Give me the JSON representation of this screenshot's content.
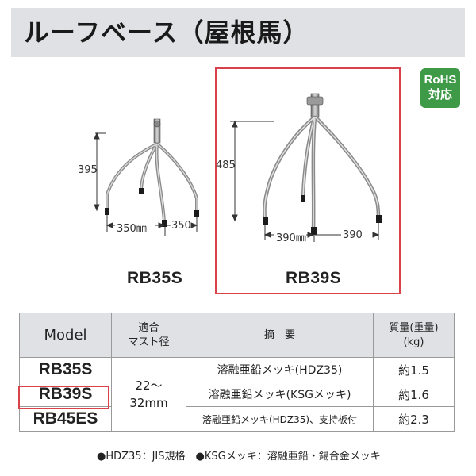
{
  "page": {
    "title": "ルーフベース（屋根馬）",
    "rohs_badge": {
      "line1": "RoHS",
      "line2": "対応",
      "color": "#3f9a48"
    }
  },
  "products": [
    {
      "model": "RB35S",
      "height": "395",
      "width_a": "350㎜",
      "width_b": "350"
    },
    {
      "model": "RB39S",
      "height": "485",
      "width_a": "390㎜",
      "width_b": "390"
    }
  ],
  "highlight_color": "#d9424a",
  "spec_table": {
    "headers": {
      "model": "Model",
      "mast_line1": "適合",
      "mast_line2": "マスト径",
      "summary": "摘　要",
      "weight_line1": "質量(重量)",
      "weight_line2": "(kg)"
    },
    "mast_range_line1": "22～",
    "mast_range_line2": "32mm",
    "rows": [
      {
        "model": "RB35S",
        "summary": "溶融亜鉛メッキ(HDZ35)",
        "weight": "約1.5"
      },
      {
        "model": "RB39S",
        "summary": "溶融亜鉛メッキ(KSGメッキ)",
        "weight": "約1.6"
      },
      {
        "model": "RB45ES",
        "summary": "溶融亜鉛メッキ(HDZ35)、支持板付",
        "weight": "約2.3"
      }
    ],
    "highlighted_row": "RB39S"
  },
  "footnote": "●HDZ35：JIS規格　●KSGメッキ：溶融亜鉛・錫合金メッキ"
}
